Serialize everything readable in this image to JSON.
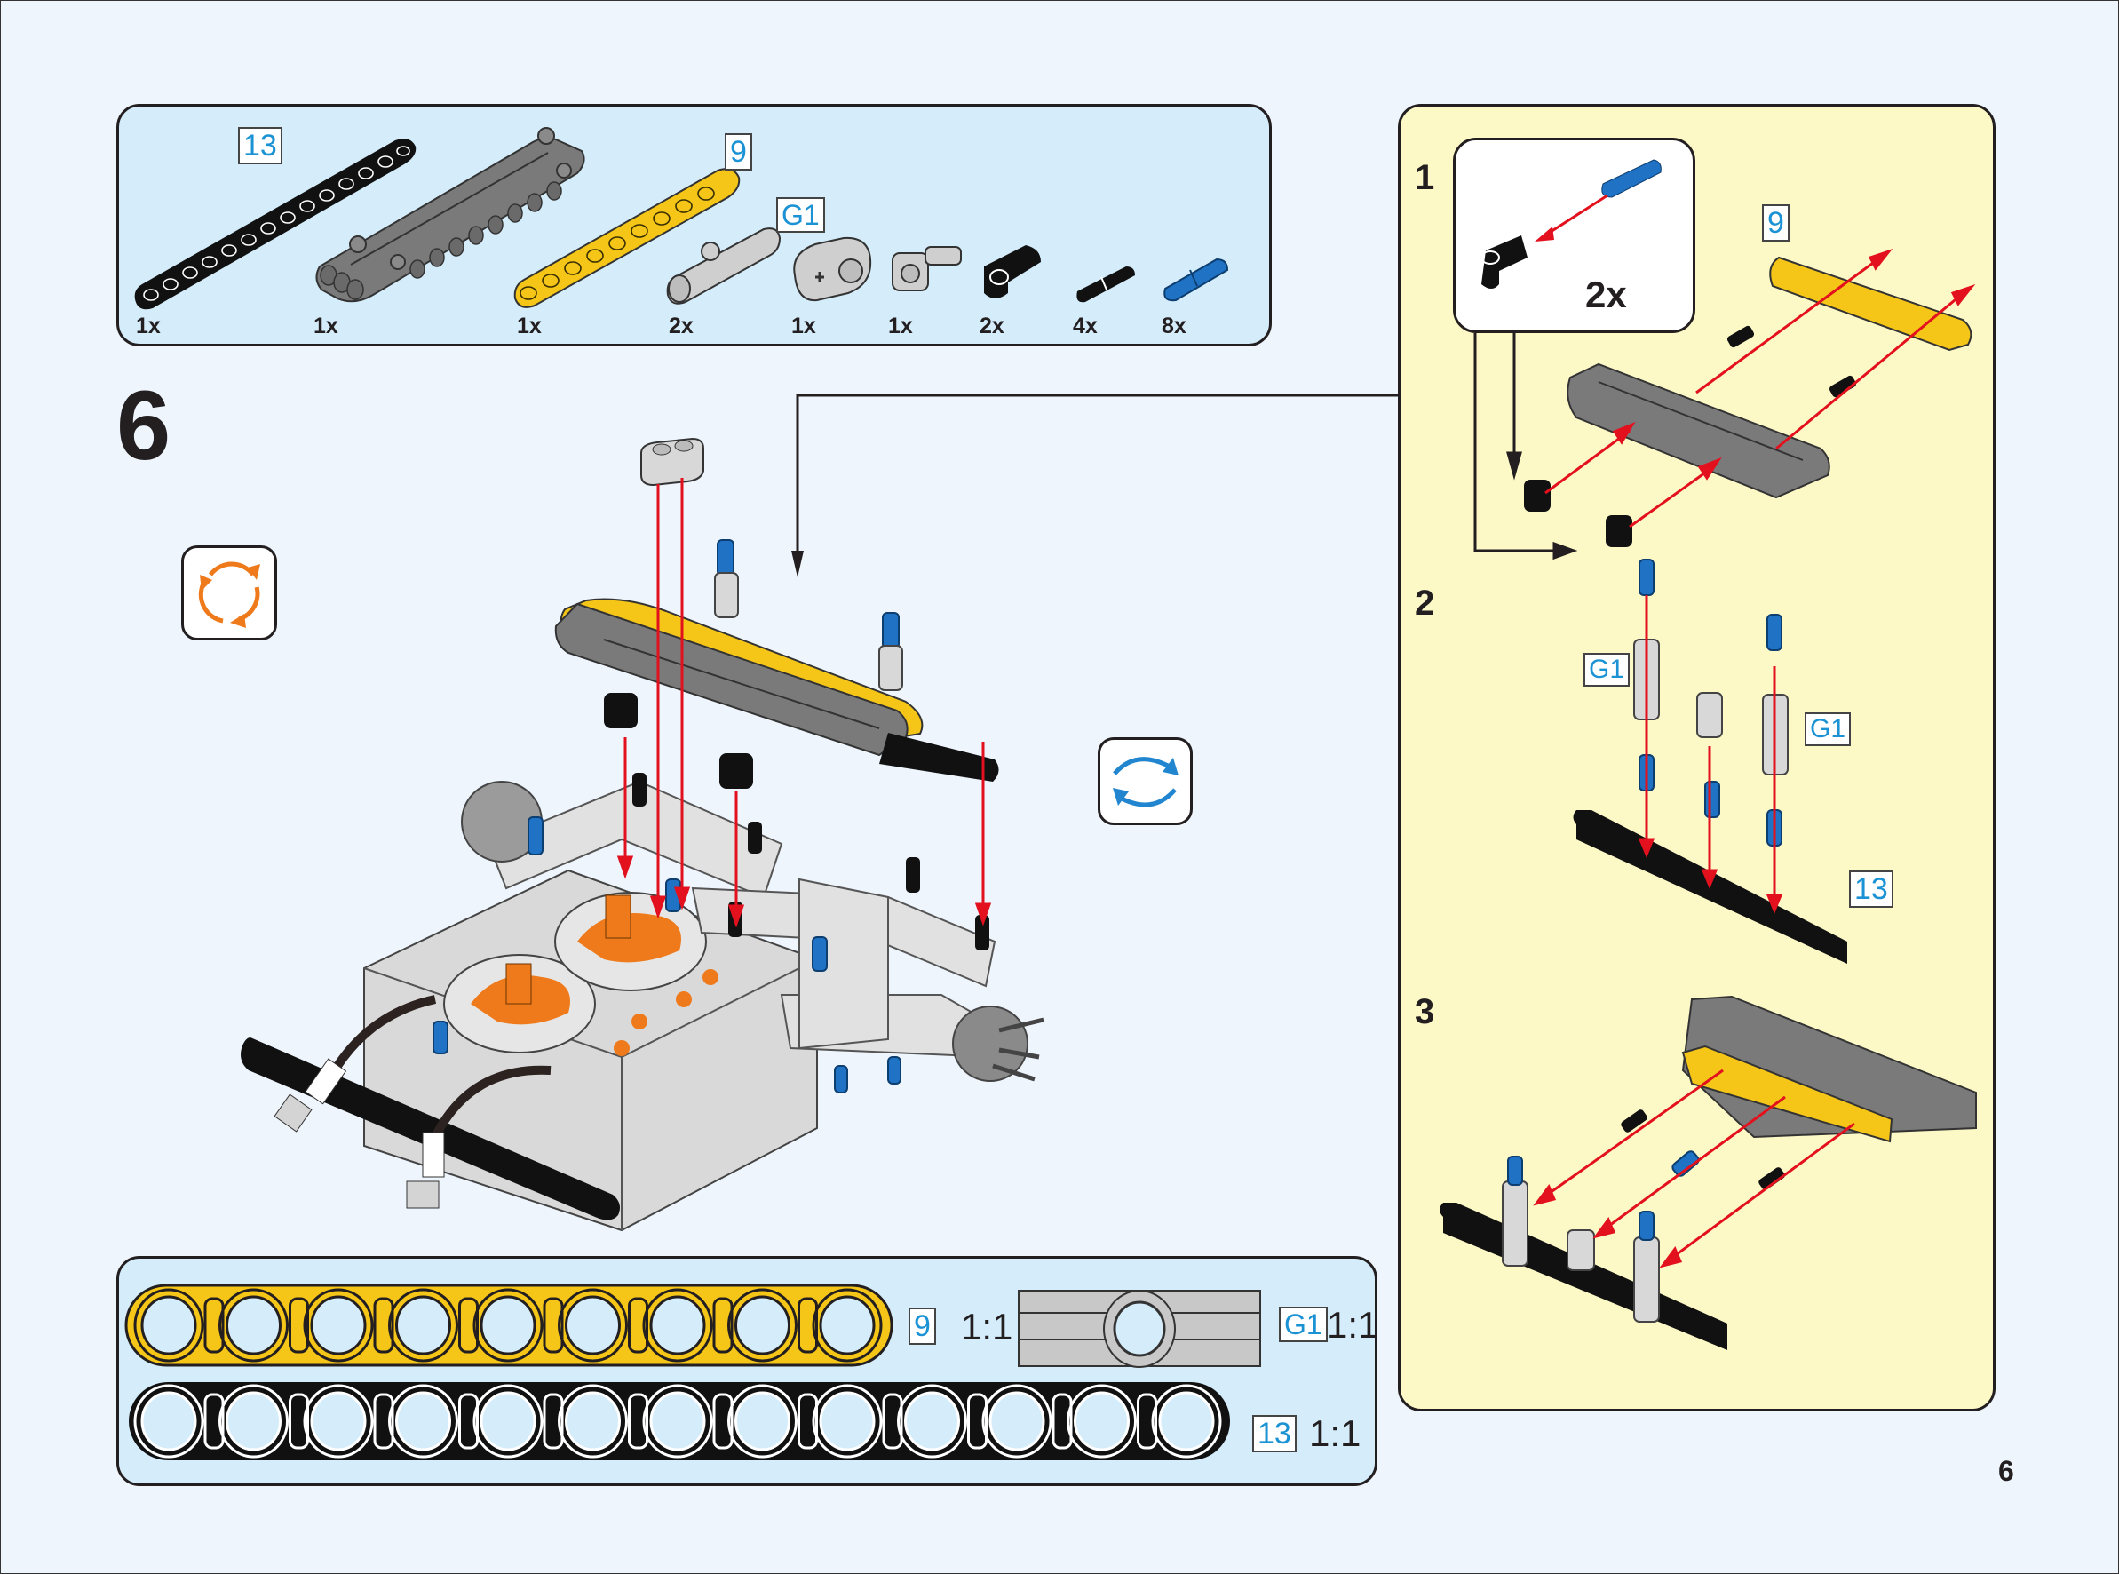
{
  "page": {
    "step_number": "6",
    "page_number": "6"
  },
  "parts_list": {
    "items": [
      {
        "name": "black-beam-13",
        "qty": "1x",
        "tag": "13"
      },
      {
        "name": "grey-panel",
        "qty": "1x",
        "tag": ""
      },
      {
        "name": "yellow-beam-9",
        "qty": "1x",
        "tag": "9"
      },
      {
        "name": "grey-pin-connector",
        "qty": "2x",
        "tag": "G1"
      },
      {
        "name": "grey-double-pin-block",
        "qty": "1x",
        "tag": ""
      },
      {
        "name": "grey-axle-connector",
        "qty": "1x",
        "tag": ""
      },
      {
        "name": "black-angle-connector",
        "qty": "2x",
        "tag": ""
      },
      {
        "name": "black-friction-pin",
        "qty": "4x",
        "tag": ""
      },
      {
        "name": "blue-axle-pin",
        "qty": "8x",
        "tag": ""
      }
    ]
  },
  "icons": {
    "rotate_model": "rotate-cycle-icon",
    "flip_model": "flip-model-icon"
  },
  "sub_assembly": {
    "steps": [
      {
        "label": "1",
        "callout_qty": "2x",
        "tags": [
          "9"
        ]
      },
      {
        "label": "2",
        "tags": [
          "G1",
          "G1",
          "13"
        ]
      },
      {
        "label": "3",
        "tags": []
      }
    ]
  },
  "scale_guide": {
    "items": [
      {
        "tag": "9",
        "ratio": "1:1"
      },
      {
        "tag": "G1",
        "ratio": "1:1"
      },
      {
        "tag": "13",
        "ratio": "1:1"
      }
    ]
  },
  "colors": {
    "parts_bg": "#d5edfb",
    "subassembly_bg": "#fdf9c7",
    "tag_text": "#1a92d4",
    "arrow_red": "#e3101d",
    "beam_yellow": "#f5c617",
    "orange_icon": "#ee7a1b",
    "blue_icon": "#2186cf"
  }
}
